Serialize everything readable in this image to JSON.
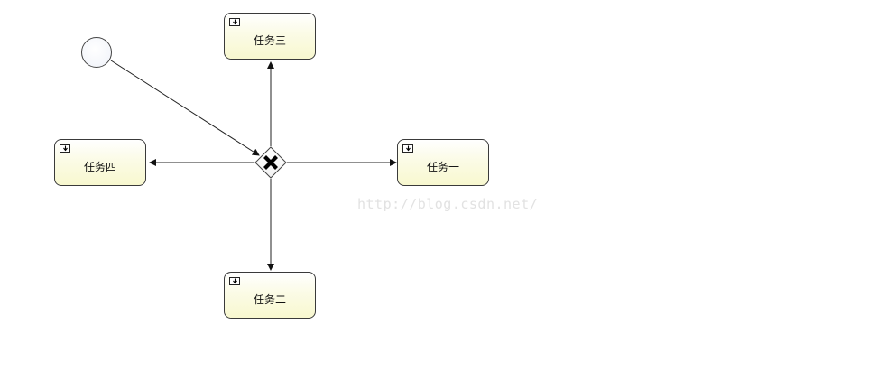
{
  "diagram": {
    "start_event": {},
    "gateway": {
      "type": "exclusive"
    },
    "tasks": {
      "task_three": {
        "label": "任务三"
      },
      "task_four": {
        "label": "任务四"
      },
      "task_one": {
        "label": "任务一"
      },
      "task_two": {
        "label": "任务二"
      }
    },
    "flows": [
      {
        "from": "start_event",
        "to": "gateway"
      },
      {
        "from": "gateway",
        "to": "task_three"
      },
      {
        "from": "gateway",
        "to": "task_four"
      },
      {
        "from": "gateway",
        "to": "task_one"
      },
      {
        "from": "gateway",
        "to": "task_two"
      }
    ]
  },
  "watermark": {
    "text": "http://blog.csdn.net/"
  }
}
